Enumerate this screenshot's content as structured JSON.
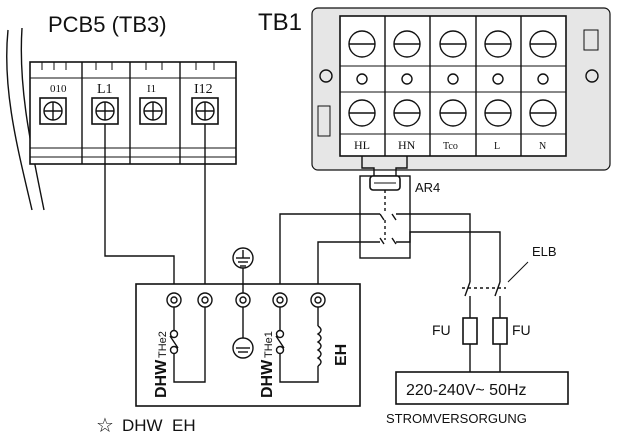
{
  "pcb": {
    "title": "PCB5 (TB3)",
    "terminals": [
      "010",
      "L1",
      "I1",
      "I12"
    ]
  },
  "tb1": {
    "title": "TB1",
    "terminals": [
      "HL",
      "HN",
      "Tco",
      "L",
      "N"
    ]
  },
  "relay": {
    "label": "AR4"
  },
  "breaker": {
    "label": "ELB"
  },
  "fuses": {
    "left_label": "FU",
    "right_label": "FU"
  },
  "power": {
    "voltage": "220-240V~ 50Hz",
    "caption": "STROMVERSORGUNG"
  },
  "heater_box": {
    "label_dhw_the2": "DHW",
    "label_the2_sub": "THe2",
    "label_dhw_the1": "DHW",
    "label_the1_sub": "THe1",
    "label_eh": "EH"
  },
  "footer": {
    "star": "☆",
    "title": "DHW  EH"
  }
}
